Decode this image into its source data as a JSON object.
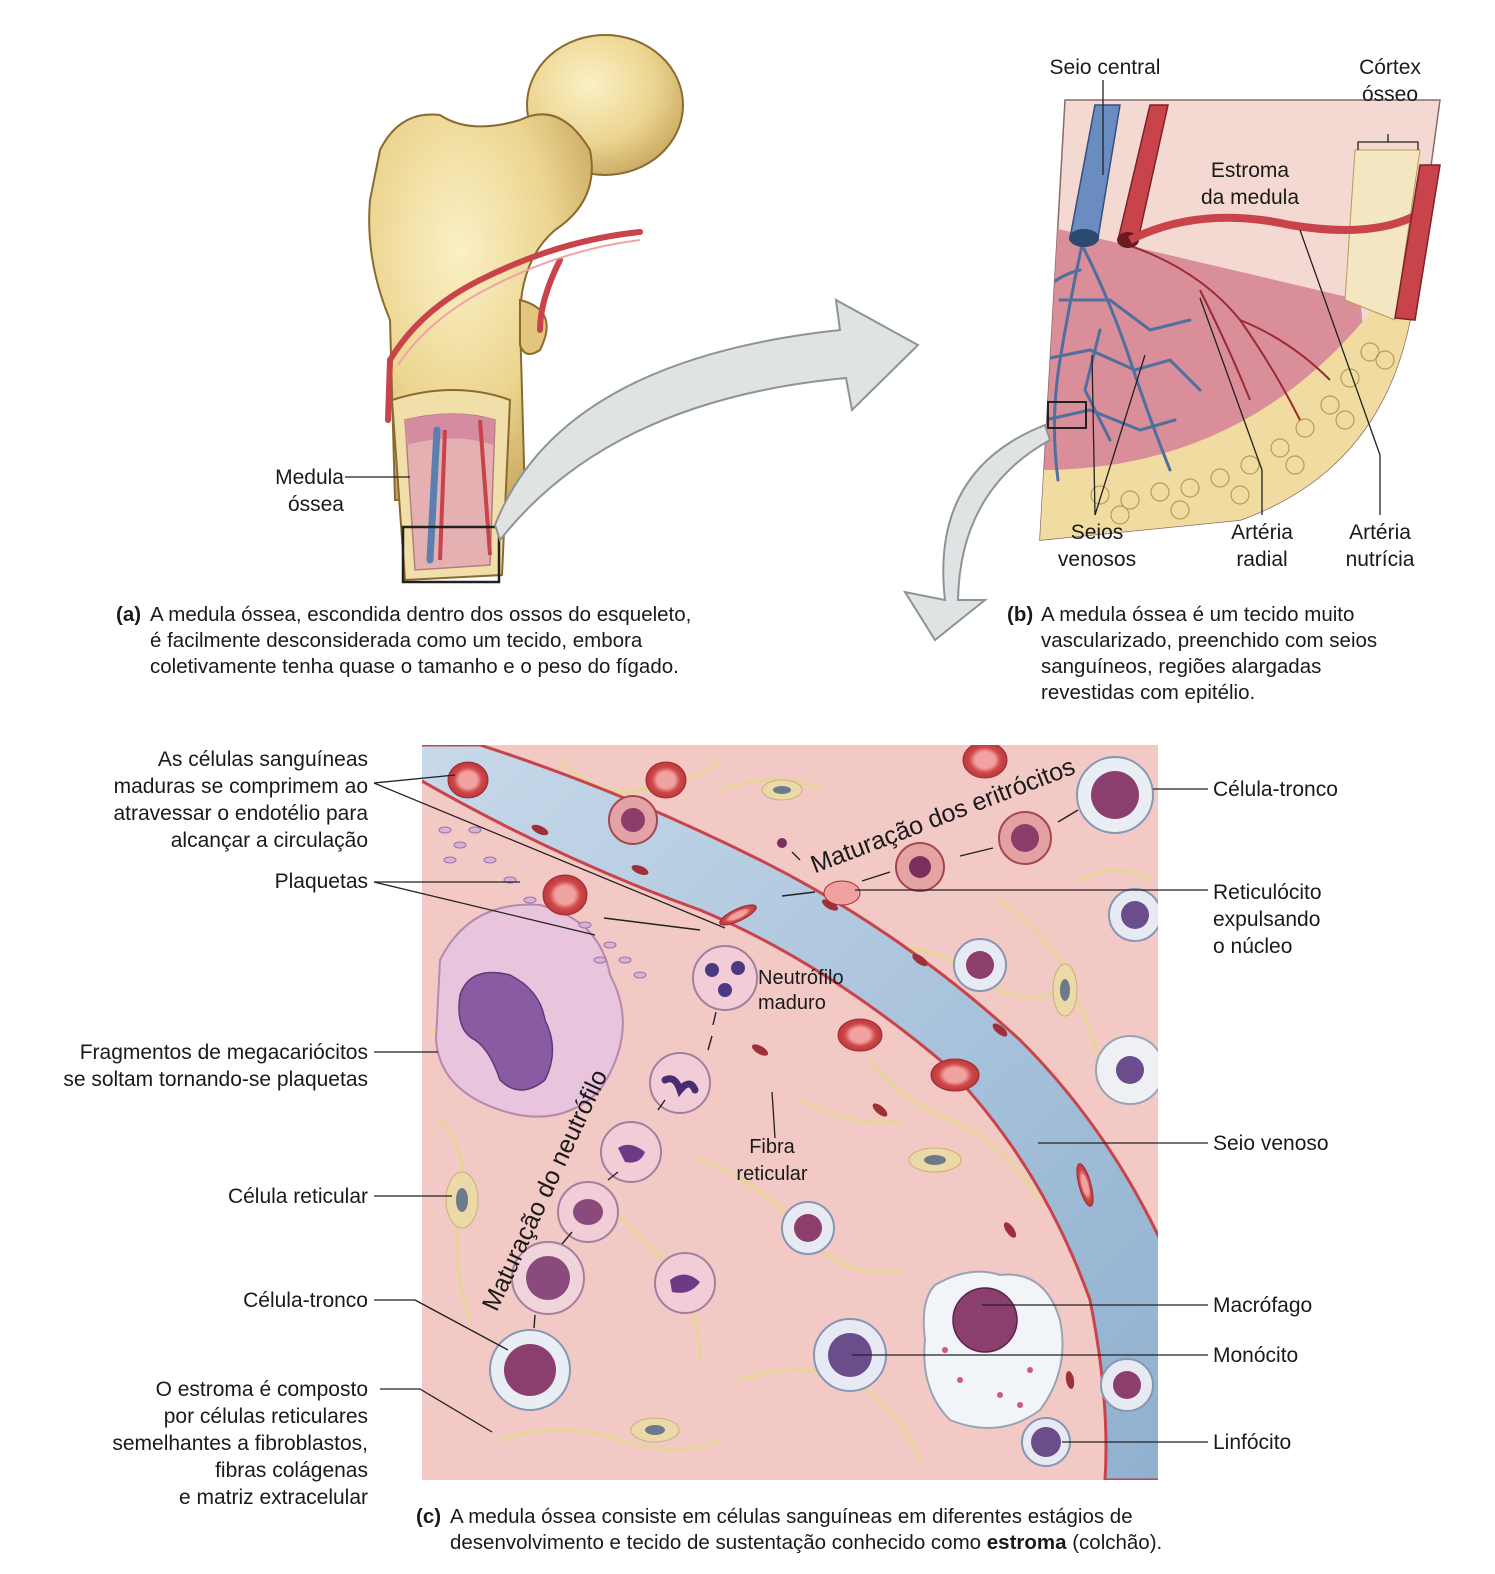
{
  "panel_a": {
    "label_marrow": [
      "Medula",
      "óssea"
    ],
    "caption_tag": "(a)",
    "caption": "A medula óssea, escondida dentro dos ossos do esqueleto,\né facilmente desconsiderada como um tecido, embora\ncoletivamente tenha quase o tamanho e o peso do fígado."
  },
  "panel_b": {
    "label_central_sinus": "Seio central",
    "label_cortex": [
      "Córtex",
      "ósseo"
    ],
    "label_stroma": [
      "Estroma",
      "da medula"
    ],
    "label_venous_sinuses": [
      "Seios",
      "venosos"
    ],
    "label_radial_artery": [
      "Artéria",
      "radial"
    ],
    "label_nutrient_artery": [
      "Artéria",
      "nutrícia"
    ],
    "caption_tag": "(b)",
    "caption": "A medula óssea é um tecido muito\nvascularizado, preenchido com seios\nsanguíneos, regiões alargadas\nrevestidas com epitélio."
  },
  "panel_c": {
    "label_mature_cells": [
      "As células sanguíneas",
      "maduras se comprimem ao",
      "atravessar o endotélio para",
      "alcançar a circulação"
    ],
    "label_platelets": "Plaquetas",
    "label_megakaryocyte": [
      "Fragmentos de megacariócitos",
      "se soltam tornando-se plaquetas"
    ],
    "label_reticular_cell": "Célula reticular",
    "label_stem_cell_left": "Célula-tronco",
    "label_stroma": [
      "O estroma é composto",
      "por células reticulares",
      "semelhantes a fibroblastos,",
      "fibras colágenas",
      "e matriz extracelular"
    ],
    "label_stem_cell_right": "Célula-tronco",
    "label_reticulocyte": [
      "Reticulócito",
      "expulsando",
      "o núcleo"
    ],
    "label_venous_sinus": "Seio venoso",
    "label_macrophage": "Macrófago",
    "label_monocyte": "Monócito",
    "label_lymphocyte": "Linfócito",
    "label_neutrophil": [
      "Neutrófilo",
      "maduro"
    ],
    "label_reticular_fiber": [
      "Fibra",
      "reticular"
    ],
    "maturation_erythrocytes": "Maturação dos eritrócitos",
    "maturation_neutrophil": "Maturação do neutrófilo",
    "caption_tag": "(c)",
    "caption_1": "A medula óssea consiste em células sanguíneas em diferentes estágios de",
    "caption_2_pre": "desenvolvimento e tecido de sustentação conhecido como ",
    "caption_2_bold": "estroma",
    "caption_2_post": " (colchão)."
  },
  "colors": {
    "bone": "#f0dc9a",
    "marrow_pink": "#e6a9ae",
    "artery_red": "#c9434a",
    "vein_blue": "#5b7fb0",
    "sinus_blue": "#a9c3dc",
    "stroma_pink": "#f3c9c6"
  }
}
